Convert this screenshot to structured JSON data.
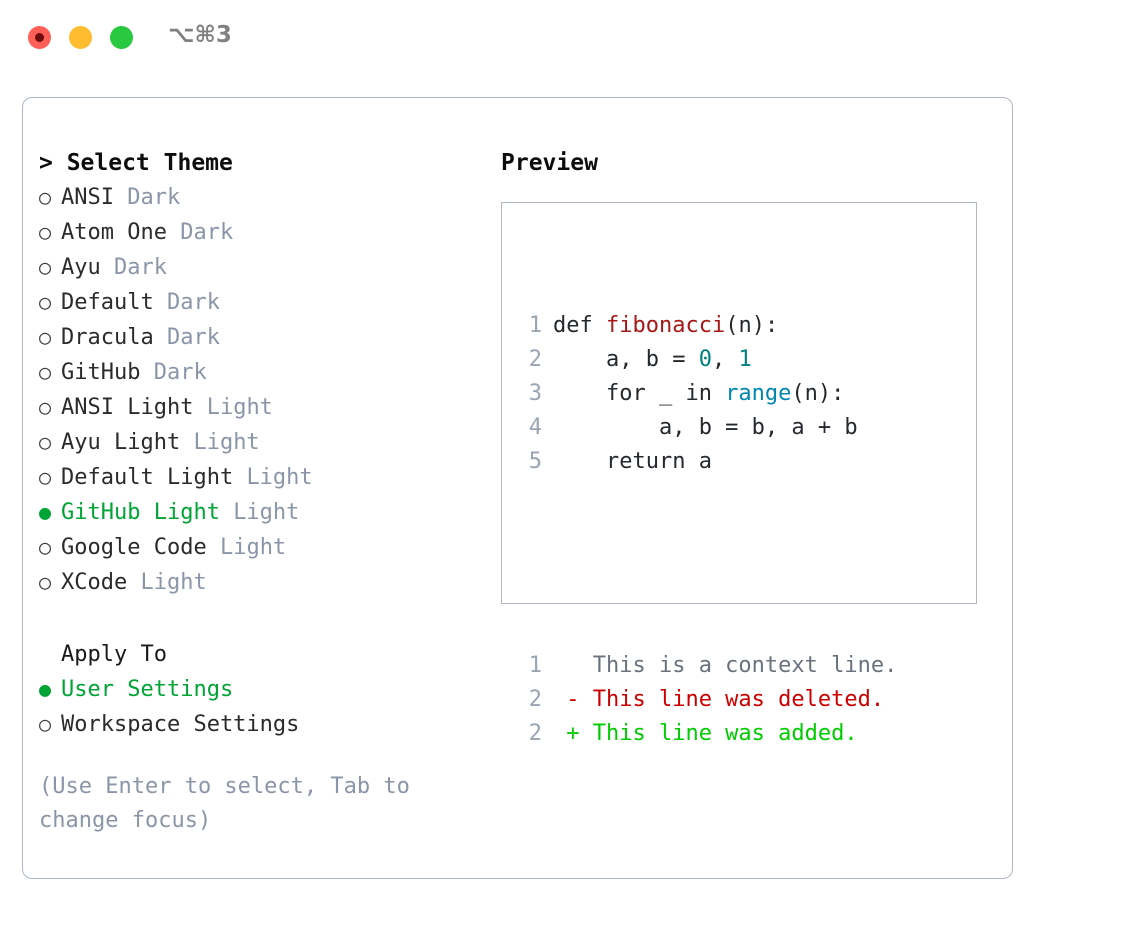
{
  "window": {
    "shortcut": "⌥⌘3",
    "traffic_lights": [
      {
        "name": "close",
        "color": "#ff5f57"
      },
      {
        "name": "minimize",
        "color": "#febc2e"
      },
      {
        "name": "maximize",
        "color": "#28c840"
      }
    ]
  },
  "theme_picker": {
    "header": "> Select Theme",
    "marker_unselected": "○",
    "marker_selected": "●",
    "items": [
      {
        "name": "ANSI",
        "variant": "Dark",
        "selected": false
      },
      {
        "name": "Atom One",
        "variant": "Dark",
        "selected": false
      },
      {
        "name": "Ayu",
        "variant": "Dark",
        "selected": false
      },
      {
        "name": "Default",
        "variant": "Dark",
        "selected": false
      },
      {
        "name": "Dracula",
        "variant": "Dark",
        "selected": false
      },
      {
        "name": "GitHub",
        "variant": "Dark",
        "selected": false
      },
      {
        "name": "ANSI Light",
        "variant": "Light",
        "selected": false
      },
      {
        "name": "Ayu Light",
        "variant": "Light",
        "selected": false
      },
      {
        "name": "Default Light",
        "variant": "Light",
        "selected": false
      },
      {
        "name": "GitHub Light",
        "variant": "Light",
        "selected": true
      },
      {
        "name": "Google Code",
        "variant": "Light",
        "selected": false
      },
      {
        "name": "XCode",
        "variant": "Light",
        "selected": false
      }
    ]
  },
  "apply_to": {
    "header": "Apply To",
    "options": [
      {
        "label": "User Settings",
        "selected": true
      },
      {
        "label": "Workspace Settings",
        "selected": false
      }
    ]
  },
  "hint": "(Use Enter to select, Tab to change focus)",
  "preview": {
    "title": "Preview",
    "code_lines": [
      {
        "ln": "1",
        "tokens": [
          {
            "t": "def ",
            "c": "plain"
          },
          {
            "t": "fibonacci",
            "c": "fn"
          },
          {
            "t": "(n):",
            "c": "plain"
          }
        ]
      },
      {
        "ln": "2",
        "tokens": [
          {
            "t": "    a, b = ",
            "c": "plain"
          },
          {
            "t": "0",
            "c": "num"
          },
          {
            "t": ", ",
            "c": "plain"
          },
          {
            "t": "1",
            "c": "num"
          }
        ]
      },
      {
        "ln": "3",
        "tokens": [
          {
            "t": "    for _ in ",
            "c": "plain"
          },
          {
            "t": "range",
            "c": "kw"
          },
          {
            "t": "(n):",
            "c": "plain"
          }
        ]
      },
      {
        "ln": "4",
        "tokens": [
          {
            "t": "        a, b = b, a + b",
            "c": "plain"
          }
        ]
      },
      {
        "ln": "5",
        "tokens": [
          {
            "t": "    return a",
            "c": "plain"
          }
        ]
      }
    ],
    "diff_lines": [
      {
        "ln": "1",
        "marker": " ",
        "text": "This is a context line.",
        "kind": "ctx"
      },
      {
        "ln": "2",
        "marker": "-",
        "text": "This line was deleted.",
        "kind": "del"
      },
      {
        "ln": "2",
        "marker": "+",
        "text": "This line was added.",
        "kind": "add"
      }
    ]
  },
  "colors": {
    "accent_green": "#00a435",
    "muted": "#8a96a8",
    "border": "#aeb8c6",
    "diff_add": "#00cc00",
    "diff_del": "#cc0000",
    "syntax_fn": "#a61717",
    "syntax_num": "#008080",
    "syntax_kw": "#0086b3"
  }
}
